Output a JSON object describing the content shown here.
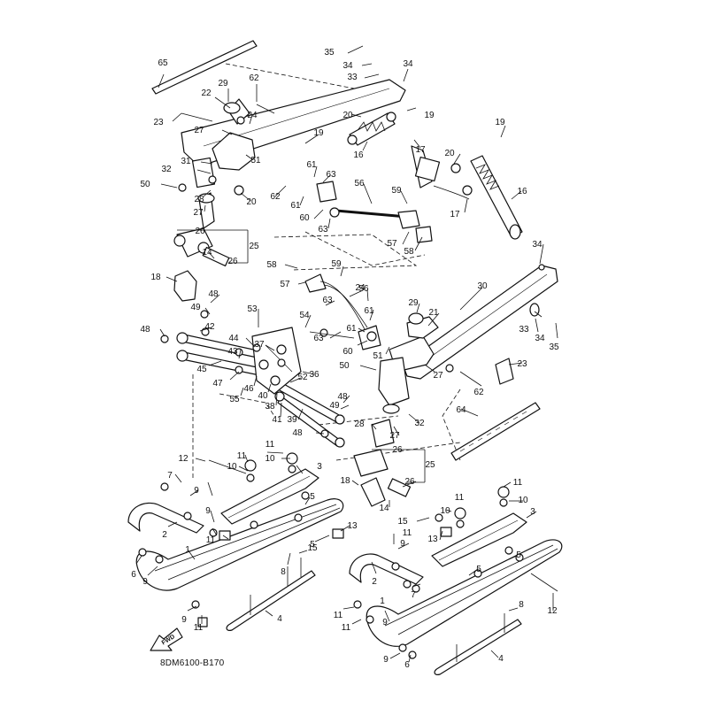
{
  "diagram": {
    "code": "8DM6100-B170",
    "front_label": "FWD",
    "callouts": [
      {
        "id": "c35a",
        "text": "35"
      },
      {
        "id": "c34a",
        "text": "34"
      },
      {
        "id": "c33a",
        "text": "33"
      },
      {
        "id": "c34b",
        "text": "34"
      },
      {
        "id": "c65",
        "text": "65"
      },
      {
        "id": "c62a",
        "text": "62"
      },
      {
        "id": "c29a",
        "text": "29"
      },
      {
        "id": "c22",
        "text": "22"
      },
      {
        "id": "c23a",
        "text": "23"
      },
      {
        "id": "c24a",
        "text": "24"
      },
      {
        "id": "c19a",
        "text": "19"
      },
      {
        "id": "c20a",
        "text": "20"
      },
      {
        "id": "c27a",
        "text": "27"
      },
      {
        "id": "c19b",
        "text": "19"
      },
      {
        "id": "c17a",
        "text": "17"
      },
      {
        "id": "c16a",
        "text": "16"
      },
      {
        "id": "c31",
        "text": "31"
      },
      {
        "id": "c51a",
        "text": "51"
      },
      {
        "id": "c32a",
        "text": "32"
      },
      {
        "id": "c61a",
        "text": "61"
      },
      {
        "id": "c63a",
        "text": "63"
      },
      {
        "id": "c19c",
        "text": "19"
      },
      {
        "id": "c20b",
        "text": "20"
      },
      {
        "id": "c50a",
        "text": "50"
      },
      {
        "id": "c28a",
        "text": "28"
      },
      {
        "id": "c20c",
        "text": "20"
      },
      {
        "id": "c62b",
        "text": "62"
      },
      {
        "id": "c61b",
        "text": "61"
      },
      {
        "id": "c56a",
        "text": "56"
      },
      {
        "id": "c16b",
        "text": "16"
      },
      {
        "id": "c27b",
        "text": "27"
      },
      {
        "id": "c60a",
        "text": "60"
      },
      {
        "id": "c59a",
        "text": "59"
      },
      {
        "id": "c17b",
        "text": "17"
      },
      {
        "id": "c63b",
        "text": "63"
      },
      {
        "id": "c26a",
        "text": "26"
      },
      {
        "id": "c25a",
        "text": "25"
      },
      {
        "id": "c57a",
        "text": "57"
      },
      {
        "id": "c58a",
        "text": "58"
      },
      {
        "id": "c14a",
        "text": "14"
      },
      {
        "id": "c26b",
        "text": "26"
      },
      {
        "id": "c34c",
        "text": "34"
      },
      {
        "id": "c58b",
        "text": "58"
      },
      {
        "id": "c59b",
        "text": "59"
      },
      {
        "id": "c18a",
        "text": "18"
      },
      {
        "id": "c57b",
        "text": "57"
      },
      {
        "id": "c56b",
        "text": "56"
      },
      {
        "id": "c30",
        "text": "30"
      },
      {
        "id": "c48a",
        "text": "48"
      },
      {
        "id": "c63c",
        "text": "63"
      },
      {
        "id": "c24b",
        "text": "24"
      },
      {
        "id": "c29b",
        "text": "29"
      },
      {
        "id": "c49a",
        "text": "49"
      },
      {
        "id": "c53",
        "text": "53"
      },
      {
        "id": "c61c",
        "text": "61"
      },
      {
        "id": "c21",
        "text": "21"
      },
      {
        "id": "c54",
        "text": "54"
      },
      {
        "id": "c48b",
        "text": "48"
      },
      {
        "id": "c42",
        "text": "42"
      },
      {
        "id": "c63d",
        "text": "63"
      },
      {
        "id": "c61d",
        "text": "61"
      },
      {
        "id": "c33b",
        "text": "33"
      },
      {
        "id": "c44",
        "text": "44"
      },
      {
        "id": "c37",
        "text": "37"
      },
      {
        "id": "c60b",
        "text": "60"
      },
      {
        "id": "c51b",
        "text": "51"
      },
      {
        "id": "c34d",
        "text": "34"
      },
      {
        "id": "c35b",
        "text": "35"
      },
      {
        "id": "c43",
        "text": "43"
      },
      {
        "id": "c23b",
        "text": "23"
      },
      {
        "id": "c45",
        "text": "45"
      },
      {
        "id": "c50b",
        "text": "50"
      },
      {
        "id": "c47",
        "text": "47"
      },
      {
        "id": "c46",
        "text": "46"
      },
      {
        "id": "c52",
        "text": "52"
      },
      {
        "id": "c36",
        "text": "36"
      },
      {
        "id": "c27c",
        "text": "27"
      },
      {
        "id": "c62c",
        "text": "62"
      },
      {
        "id": "c55",
        "text": "55"
      },
      {
        "id": "c40",
        "text": "40"
      },
      {
        "id": "c48c",
        "text": "48"
      },
      {
        "id": "c38",
        "text": "38"
      },
      {
        "id": "c49b",
        "text": "49"
      },
      {
        "id": "c41",
        "text": "41"
      },
      {
        "id": "c39",
        "text": "39"
      },
      {
        "id": "c64",
        "text": "64"
      },
      {
        "id": "c32b",
        "text": "32"
      },
      {
        "id": "c48d",
        "text": "48"
      },
      {
        "id": "c28b",
        "text": "28"
      },
      {
        "id": "c27d",
        "text": "27"
      },
      {
        "id": "c11a",
        "text": "11"
      },
      {
        "id": "c11b",
        "text": "11"
      },
      {
        "id": "c10a",
        "text": "10"
      },
      {
        "id": "c12a",
        "text": "12"
      },
      {
        "id": "c10b",
        "text": "10"
      },
      {
        "id": "c3a",
        "text": "3"
      },
      {
        "id": "c26c",
        "text": "26"
      },
      {
        "id": "c25b",
        "text": "25"
      },
      {
        "id": "c7a",
        "text": "7"
      },
      {
        "id": "c9a",
        "text": "9"
      },
      {
        "id": "c18b",
        "text": "18"
      },
      {
        "id": "c26d",
        "text": "26"
      },
      {
        "id": "c11c",
        "text": "11"
      },
      {
        "id": "c14b",
        "text": "14"
      },
      {
        "id": "c11d",
        "text": "11"
      },
      {
        "id": "c10c",
        "text": "10"
      },
      {
        "id": "c3b",
        "text": "3"
      },
      {
        "id": "c5a",
        "text": "5"
      },
      {
        "id": "c15a",
        "text": "15"
      },
      {
        "id": "c9b",
        "text": "9"
      },
      {
        "id": "c13a",
        "text": "13"
      },
      {
        "id": "c10d",
        "text": "10"
      },
      {
        "id": "c2a",
        "text": "2"
      },
      {
        "id": "c11e",
        "text": "11"
      },
      {
        "id": "c5b",
        "text": "5"
      },
      {
        "id": "c13b",
        "text": "13"
      },
      {
        "id": "c15b",
        "text": "15"
      },
      {
        "id": "c11f",
        "text": "11"
      },
      {
        "id": "c9c",
        "text": "9"
      },
      {
        "id": "c6a",
        "text": "6"
      },
      {
        "id": "c1a",
        "text": "1"
      },
      {
        "id": "c8a",
        "text": "8"
      },
      {
        "id": "c9d",
        "text": "9"
      },
      {
        "id": "c5c",
        "text": "5"
      },
      {
        "id": "c2b",
        "text": "2"
      },
      {
        "id": "c5d",
        "text": "5"
      },
      {
        "id": "c7b",
        "text": "7"
      },
      {
        "id": "c11g",
        "text": "11"
      },
      {
        "id": "c9e",
        "text": "9"
      },
      {
        "id": "c11h",
        "text": "11"
      },
      {
        "id": "c4a",
        "text": "4"
      },
      {
        "id": "c8b",
        "text": "8"
      },
      {
        "id": "c12b",
        "text": "12"
      },
      {
        "id": "c11i",
        "text": "11"
      },
      {
        "id": "c9f",
        "text": "9"
      },
      {
        "id": "c1b",
        "text": "1"
      },
      {
        "id": "c9g",
        "text": "9"
      },
      {
        "id": "c6b",
        "text": "6"
      },
      {
        "id": "c4b",
        "text": "4"
      }
    ]
  }
}
